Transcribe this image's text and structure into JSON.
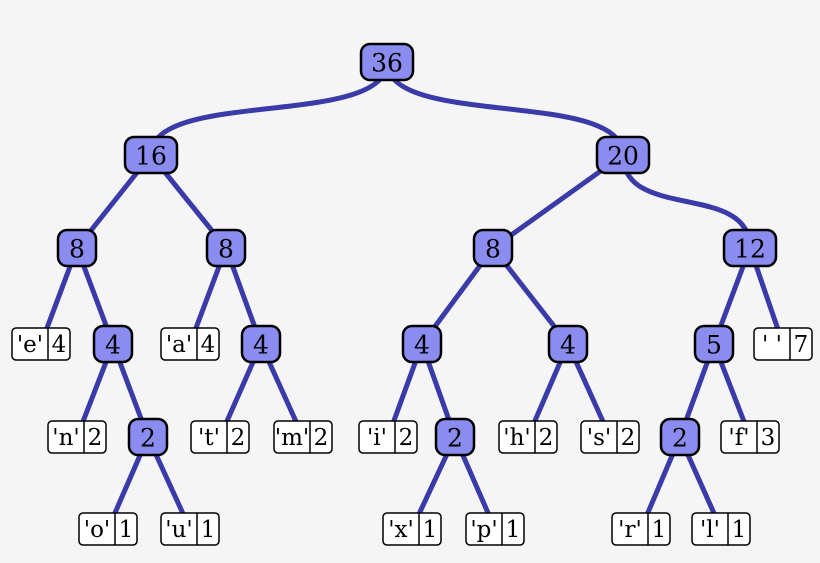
{
  "tree": {
    "root": {
      "weight": "36",
      "children": [
        {
          "weight": "16",
          "children": [
            {
              "weight": "8",
              "children": [
                {
                  "symbol": "'e'",
                  "count": "4"
                },
                {
                  "weight": "4",
                  "children": [
                    {
                      "symbol": "'n'",
                      "count": "2"
                    },
                    {
                      "weight": "2",
                      "children": [
                        {
                          "symbol": "'o'",
                          "count": "1"
                        },
                        {
                          "symbol": "'u'",
                          "count": "1"
                        }
                      ]
                    }
                  ]
                }
              ]
            },
            {
              "weight": "8",
              "children": [
                {
                  "symbol": "'a'",
                  "count": "4"
                },
                {
                  "weight": "4",
                  "children": [
                    {
                      "symbol": "'t'",
                      "count": "2"
                    },
                    {
                      "symbol": "'m'",
                      "count": "2"
                    }
                  ]
                }
              ]
            }
          ]
        },
        {
          "weight": "20",
          "children": [
            {
              "weight": "8",
              "children": [
                {
                  "weight": "4",
                  "children": [
                    {
                      "symbol": "'i'",
                      "count": "2"
                    },
                    {
                      "weight": "2",
                      "children": [
                        {
                          "symbol": "'x'",
                          "count": "1"
                        },
                        {
                          "symbol": "'p'",
                          "count": "1"
                        }
                      ]
                    }
                  ]
                },
                {
                  "weight": "4",
                  "children": [
                    {
                      "symbol": "'h'",
                      "count": "2"
                    },
                    {
                      "symbol": "'s'",
                      "count": "2"
                    }
                  ]
                }
              ]
            },
            {
              "weight": "12",
              "children": [
                {
                  "weight": "5",
                  "children": [
                    {
                      "weight": "2",
                      "children": [
                        {
                          "symbol": "'r'",
                          "count": "1"
                        },
                        {
                          "symbol": "'l'",
                          "count": "1"
                        }
                      ]
                    },
                    {
                      "symbol": "'f'",
                      "count": "3"
                    }
                  ]
                },
                {
                  "symbol": "' '",
                  "count": "7"
                }
              ]
            }
          ]
        }
      ]
    }
  }
}
